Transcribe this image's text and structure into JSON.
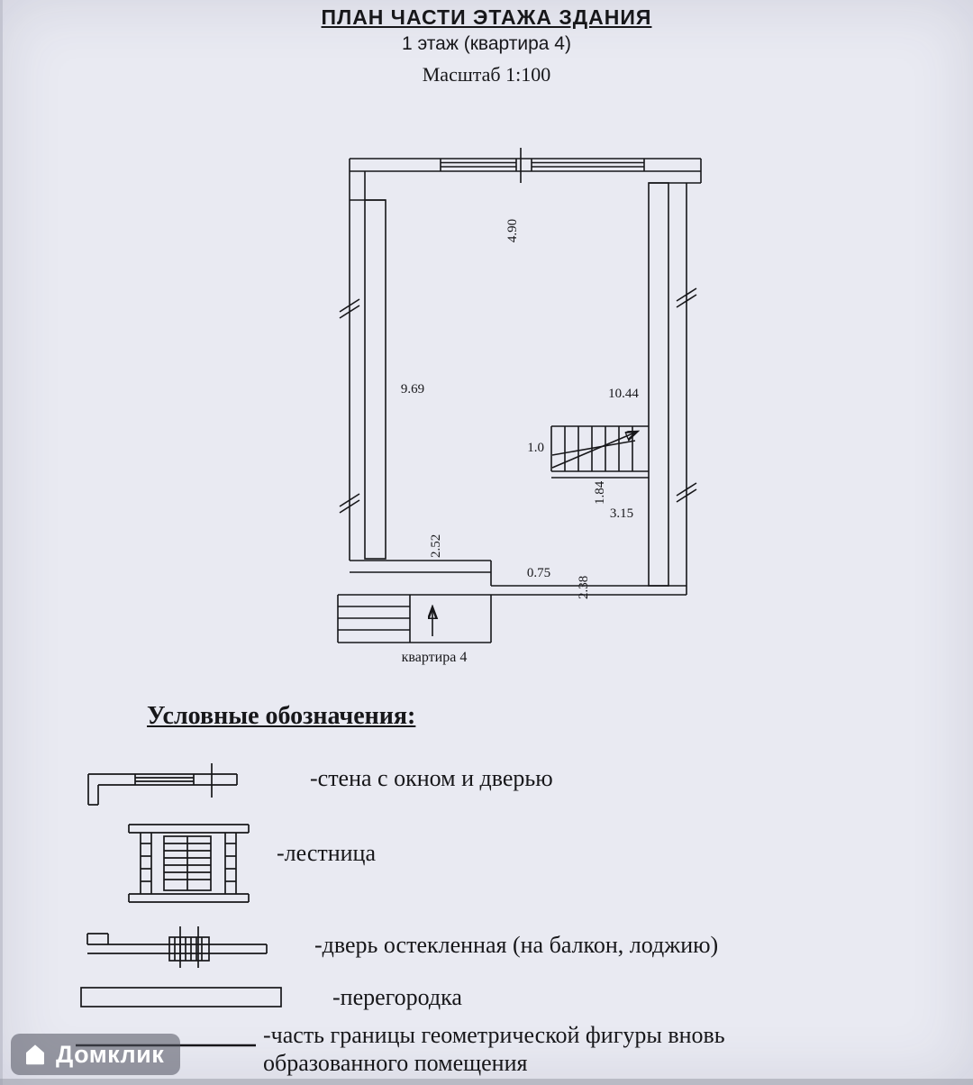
{
  "header": {
    "title": "ПЛАН ЧАСТИ ЭТАЖА ЗДАНИЯ",
    "subtitle": "1 этаж (квартира 4)",
    "scale": "Масштаб 1:100"
  },
  "plan": {
    "apartment_label": "квартира 4",
    "dims": {
      "top_width": "4.90",
      "left_height": "9.69",
      "right_height": "10.44",
      "stair_width": "1.0",
      "stair_height": "1.84",
      "right_lower": "3.15",
      "bottom_left": "2.52",
      "bottom_mid": "0.75",
      "bottom_right": "2.38"
    }
  },
  "legend": {
    "heading": "Условные обозначения:",
    "items": [
      {
        "symbol": "wall-window-door",
        "label": "-стена с окном и дверью"
      },
      {
        "symbol": "staircase",
        "label": "-лестница"
      },
      {
        "symbol": "glazed-door",
        "label": "-дверь остекленная (на балкон, лоджию)"
      },
      {
        "symbol": "partition",
        "label": "-перегородка"
      },
      {
        "symbol": "boundary-line",
        "label": "-часть границы геометрической фигуры вновь\nобразованного помещения"
      }
    ]
  },
  "watermark": {
    "brand": "Домклик"
  },
  "colors": {
    "ink": "#17171a",
    "paper": "#e9eaf2"
  }
}
